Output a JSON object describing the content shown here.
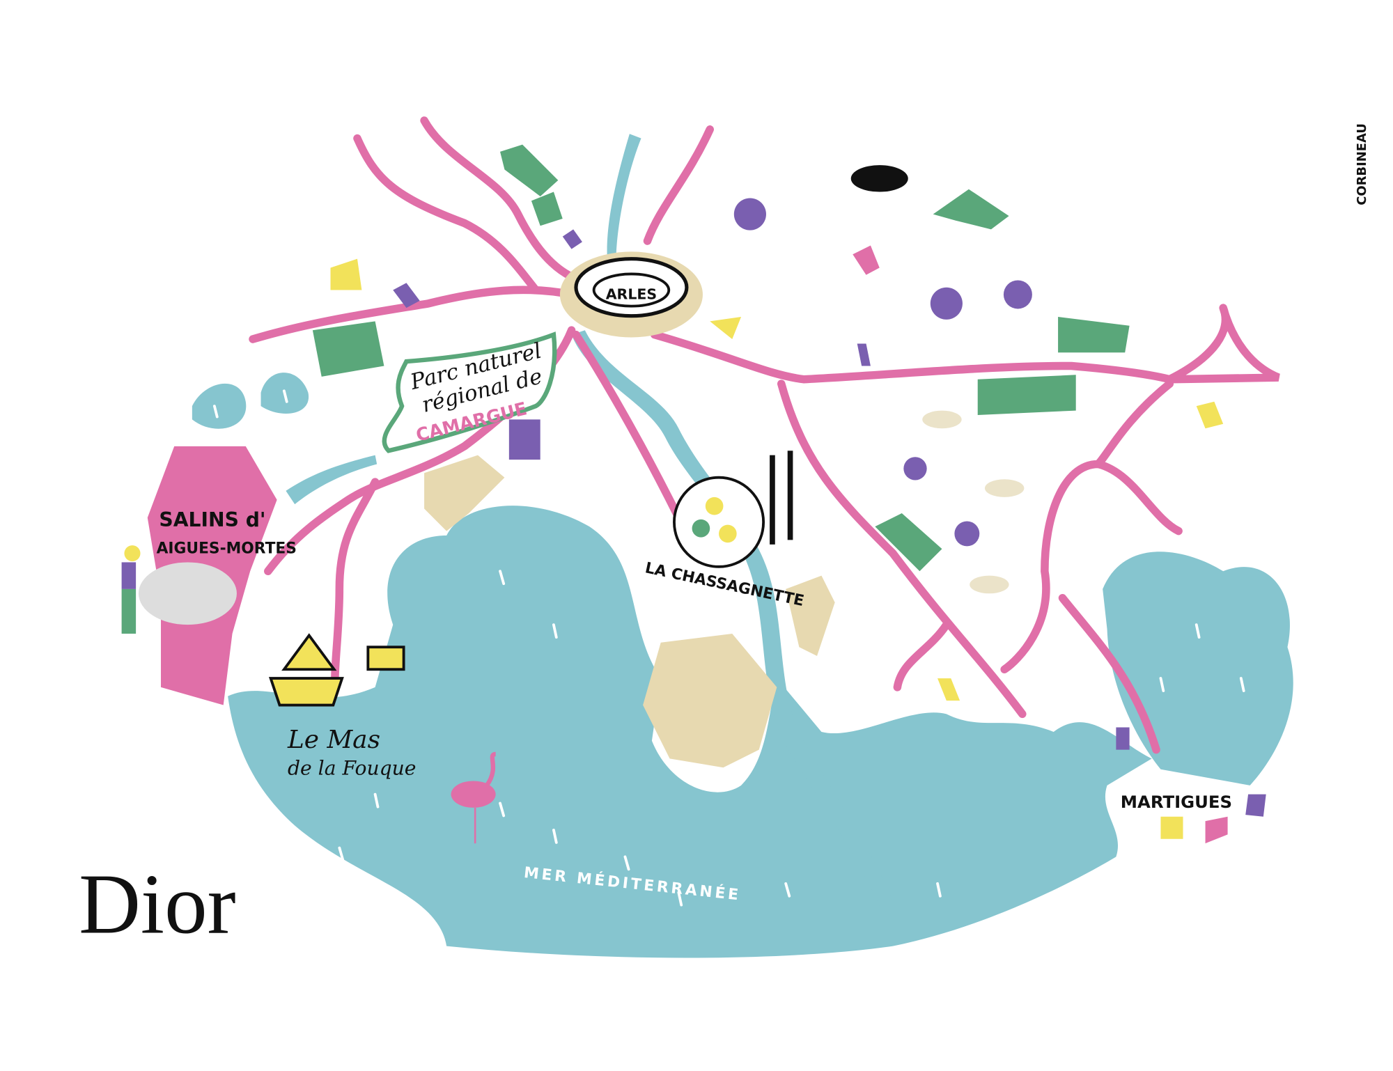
{
  "credit": "CORBINEAU",
  "brand": "Dior",
  "places": {
    "arles": "ARLES",
    "park_line1": "Parc naturel",
    "park_line2": "régional de",
    "park_line3": "CAMARGUE",
    "salins_line1": "SALINS d'",
    "salins_line2": "AIGUES-MORTES",
    "chassagnette": "LA CHASSAGNETTE",
    "mas_line1": "Le Mas",
    "mas_line2": "de la Fouque",
    "sea": "MER MÉDITERRANÉE",
    "martigues": "MARTIGUES"
  },
  "colors": {
    "water": "#86c5cf",
    "road": "#e06fa8",
    "field_green": "#5aa77a",
    "field_beige": "#e7d9b0",
    "salt_pink": "#e06fa8",
    "yellow": "#f2e25a",
    "purple": "#7a5fb0"
  }
}
